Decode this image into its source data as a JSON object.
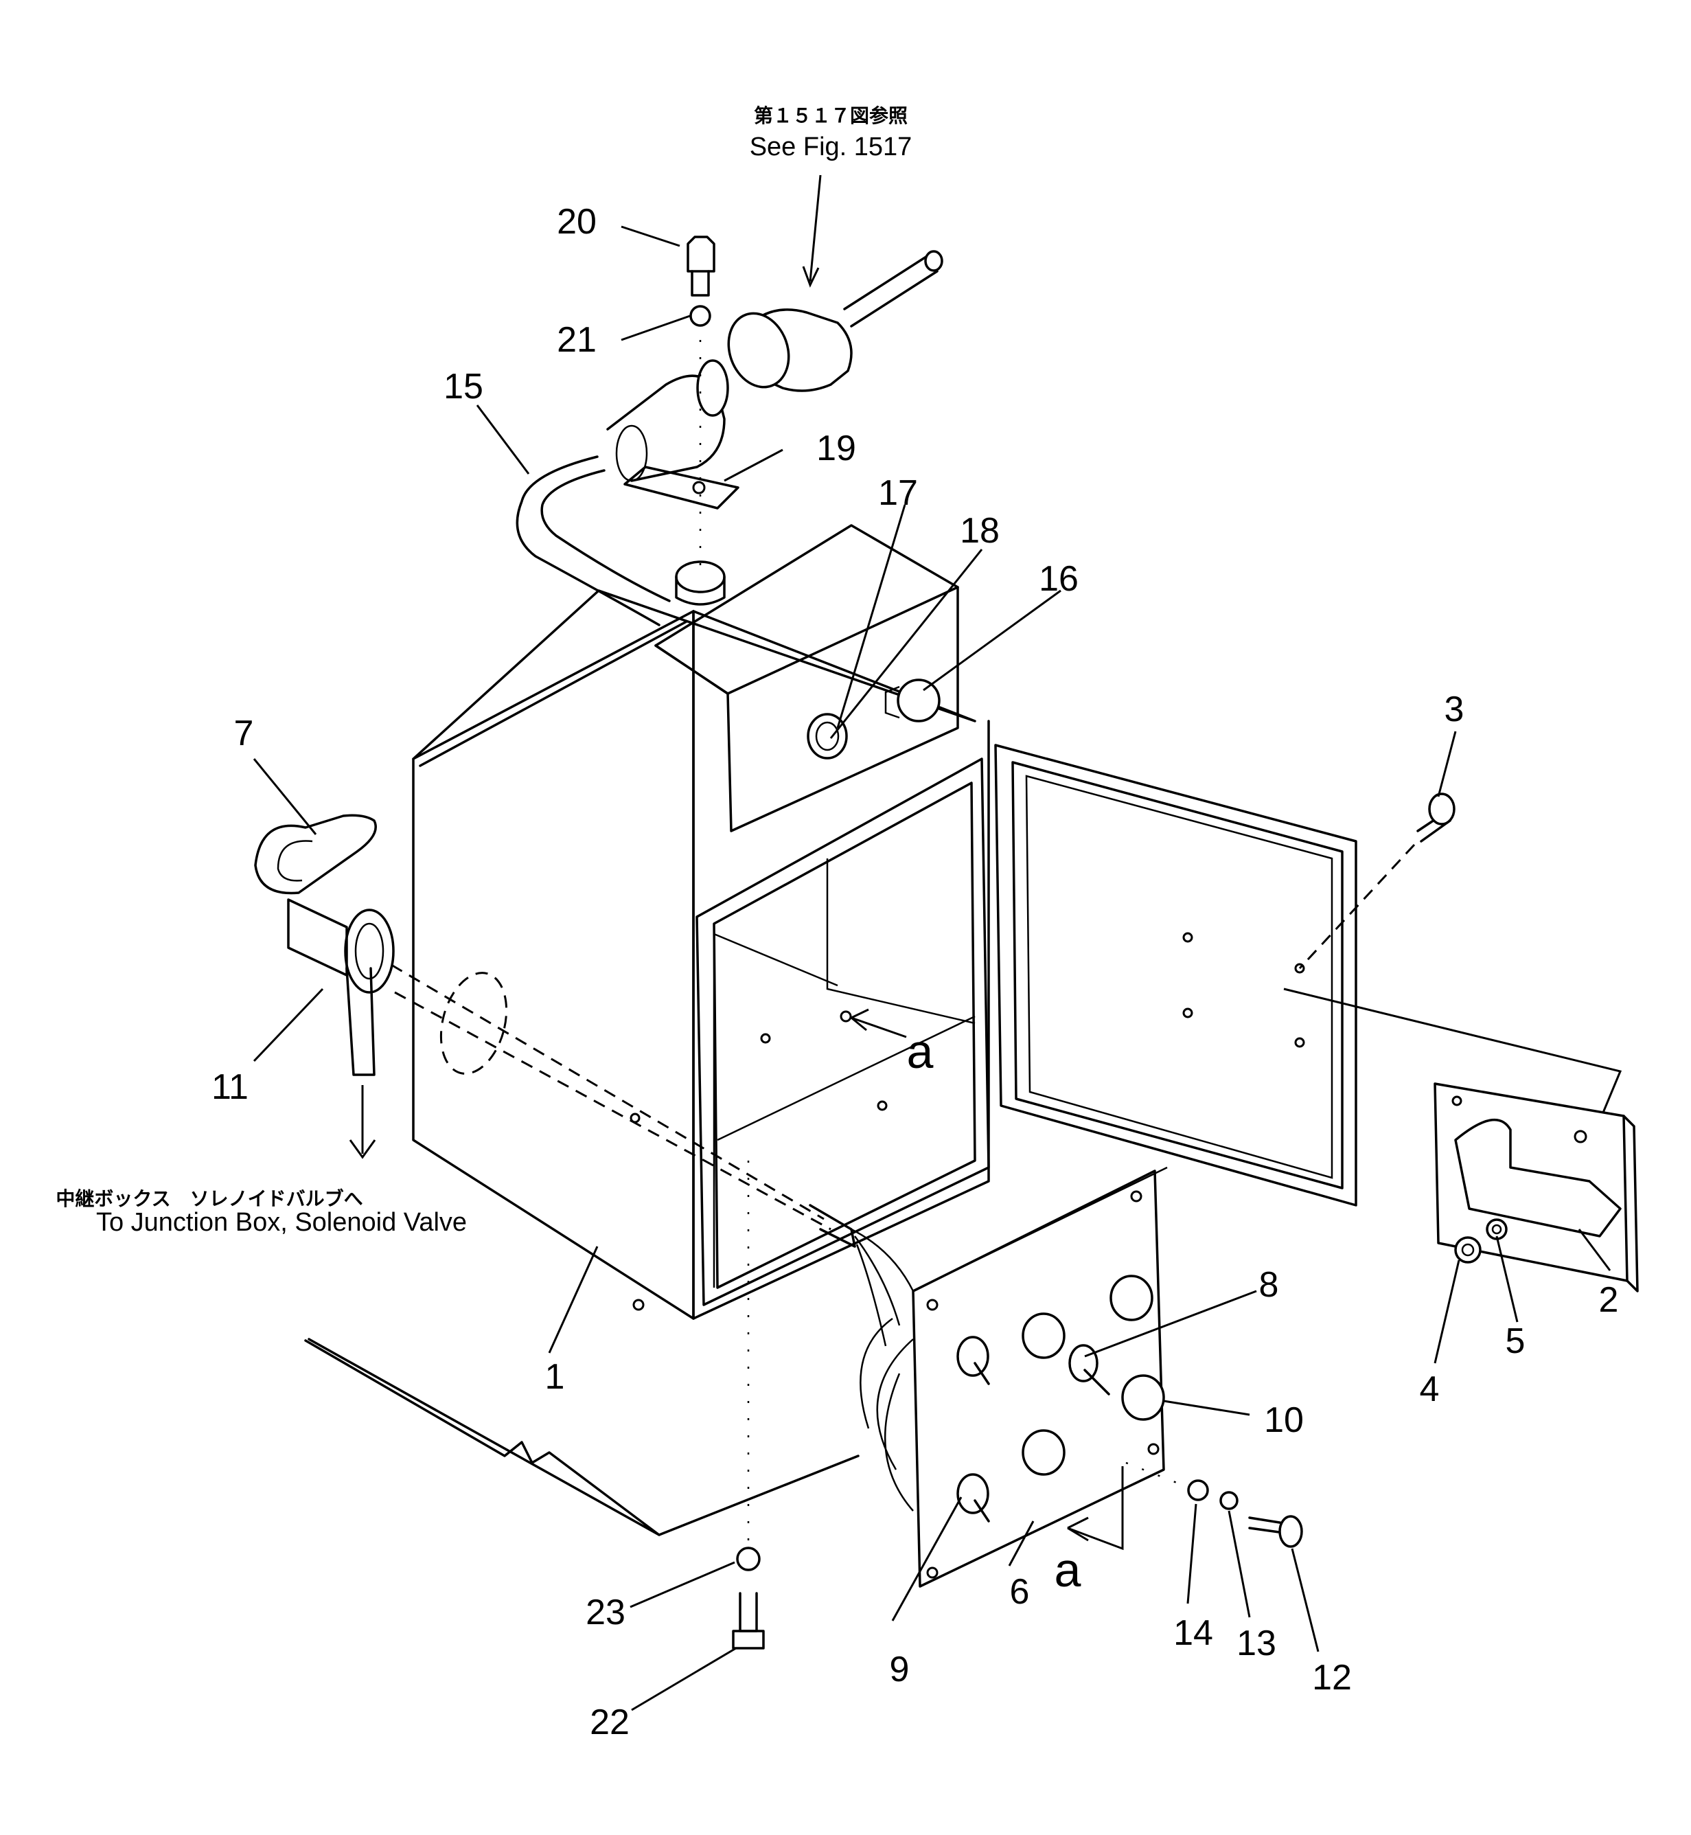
{
  "figure_references": {
    "top_japanese": "第１５１７図参照",
    "top_english": "See Fig. 1517",
    "left_japanese": "中継ボックス　ソレノイドバルブへ",
    "left_english": "To Junction Box, Solenoid Valve"
  },
  "view_marker": "a",
  "callouts": [
    "1",
    "2",
    "3",
    "4",
    "5",
    "6",
    "7",
    "8",
    "9",
    "10",
    "11",
    "12",
    "13",
    "14",
    "15",
    "16",
    "17",
    "18",
    "19",
    "20",
    "21",
    "22",
    "23"
  ]
}
